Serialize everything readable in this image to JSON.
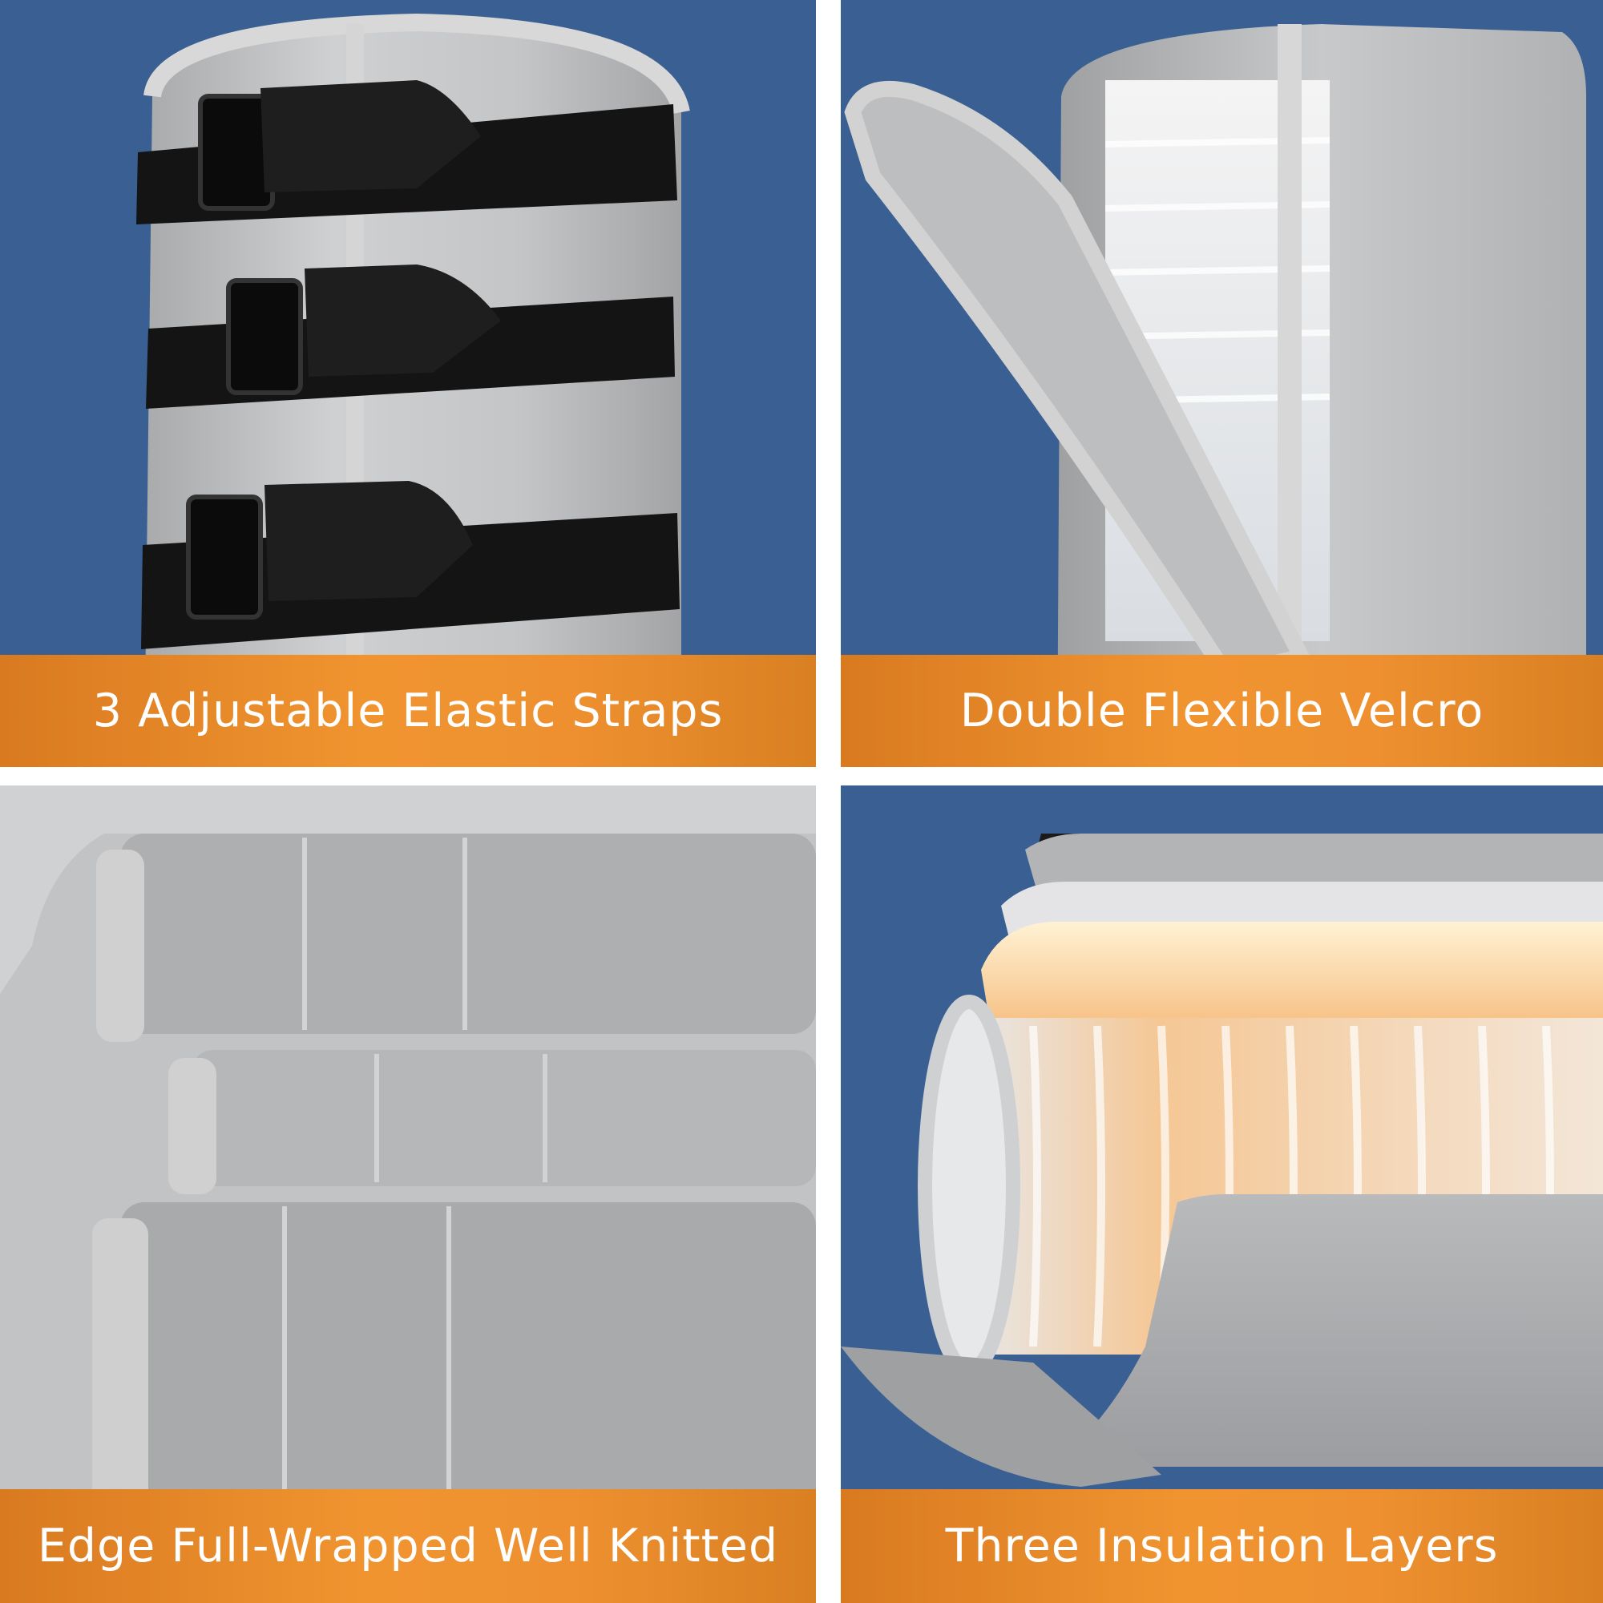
{
  "panels": [
    {
      "caption": "3 Adjustable Elastic Straps"
    },
    {
      "caption": "Double Flexible Velcro"
    },
    {
      "caption": "Edge Full-Wrapped Well Knitted"
    },
    {
      "caption": "Three Insulation Layers"
    }
  ],
  "colors": {
    "background": "#3a5f92",
    "caption_band": "#f09430",
    "fabric": "#b8b9bb",
    "strap": "#151515"
  }
}
